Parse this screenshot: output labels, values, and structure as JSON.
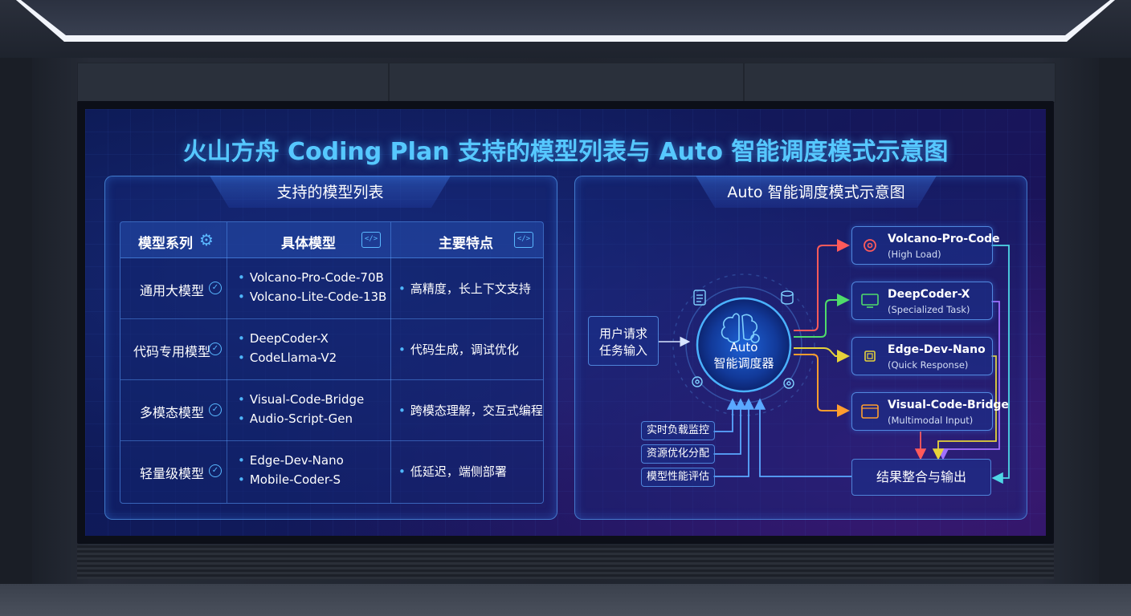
{
  "title": "火山方舟 Coding Plan 支持的模型列表与 Auto 智能调度模式示意图",
  "left_panel": {
    "title": "支持的模型列表",
    "headers": [
      "模型系列",
      "具体模型",
      "主要特点"
    ],
    "rows": [
      {
        "series": "通用大模型",
        "models": [
          "Volcano-Pro-Code-70B",
          "Volcano-Lite-Code-13B"
        ],
        "feature": "高精度，长上下文支持"
      },
      {
        "series": "代码专用模型",
        "models": [
          "DeepCoder-X",
          "CodeLlama-V2"
        ],
        "feature": "代码生成，调试优化"
      },
      {
        "series": "多模态模型",
        "models": [
          "Visual-Code-Bridge",
          "Audio-Script-Gen"
        ],
        "feature": "跨模态理解，交互式编程"
      },
      {
        "series": "轻量级模型",
        "models": [
          "Edge-Dev-Nano",
          "Mobile-Coder-S"
        ],
        "feature": "低延迟，端侧部署"
      }
    ]
  },
  "right_panel": {
    "title": "Auto 智能调度模式示意图",
    "input_box": [
      "用户请求",
      "任务输入"
    ],
    "hub": [
      "Auto",
      "智能调度器"
    ],
    "targets": [
      {
        "name": "Volcano-Pro-Code",
        "sub": "(High Load)",
        "color": "#ff5a5a",
        "icon": "gear-icon"
      },
      {
        "name": "DeepCoder-X",
        "sub": "(Specialized Task)",
        "color": "#4fdc6a",
        "icon": "monitor-code-icon"
      },
      {
        "name": "Edge-Dev-Nano",
        "sub": "(Quick Response)",
        "color": "#e6d23a",
        "icon": "chip-icon"
      },
      {
        "name": "Visual-Code-Bridge",
        "sub": "(Multimodal Input)",
        "color": "#ff9d2e",
        "icon": "code-window-icon"
      }
    ],
    "monitors": [
      "实时负载监控",
      "资源优化分配",
      "模型性能评估"
    ],
    "output_box": "结果整合与输出"
  },
  "colors": {
    "title": "#56c8ff",
    "panel_border": "#5aaaff",
    "line_cyan": "#4fd7e6",
    "line_purple": "#a070ff",
    "line_blue": "#5aa8ff"
  }
}
